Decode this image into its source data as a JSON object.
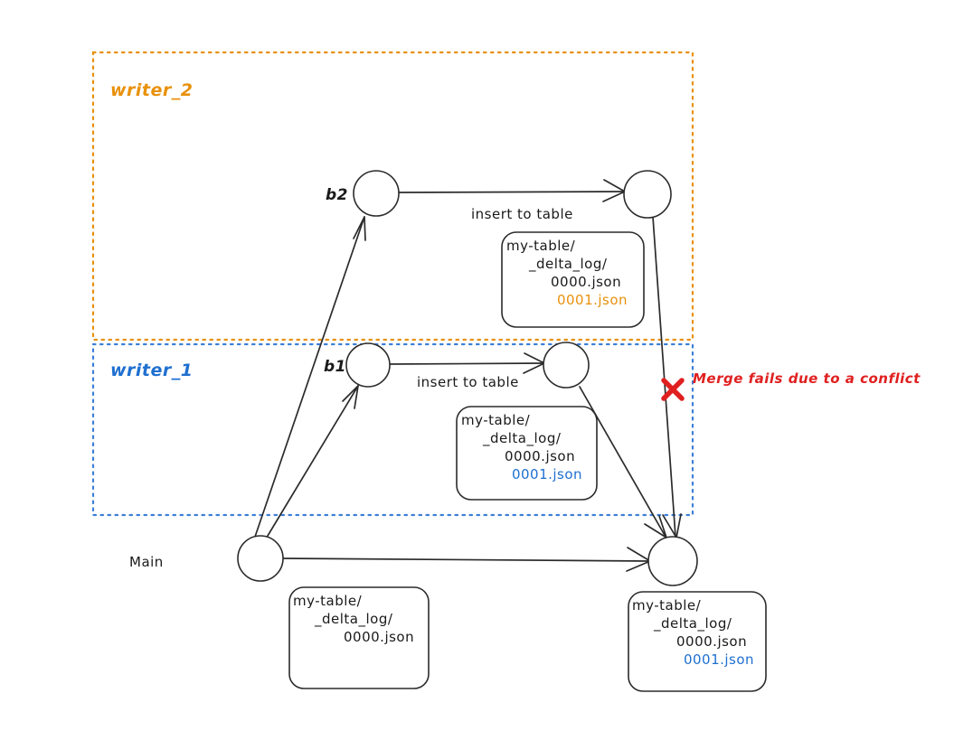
{
  "diagram": {
    "title_regions": [
      {
        "id": "writer_2",
        "label": "writer_2",
        "color": "#E8910C"
      },
      {
        "id": "writer_1",
        "label": "writer_1",
        "color": "#3d7fd6"
      }
    ],
    "branch_labels": {
      "main": "Main",
      "b1": "b1",
      "b2": "b2"
    },
    "edge_labels": {
      "insert_top": "insert to table",
      "insert_bottom": "insert to table"
    },
    "conflict": {
      "message": "Merge fails due to a conflict",
      "icon": "x-mark",
      "color": "#e02020"
    },
    "file_boxes": [
      {
        "id": "writer2-files",
        "lines": [
          {
            "text": "my-table/",
            "color": "#1a1a1a"
          },
          {
            "text": "_delta_log/",
            "color": "#1a1a1a"
          },
          {
            "text": "0000.json",
            "color": "#1a1a1a"
          },
          {
            "text": "0001.json",
            "color": "#E8910C"
          }
        ]
      },
      {
        "id": "writer1-files",
        "lines": [
          {
            "text": "my-table/",
            "color": "#1a1a1a"
          },
          {
            "text": "_delta_log/",
            "color": "#1a1a1a"
          },
          {
            "text": "0000.json",
            "color": "#1a1a1a"
          },
          {
            "text": "0001.json",
            "color": "#1f6fd0"
          }
        ]
      },
      {
        "id": "main-files",
        "lines": [
          {
            "text": "my-table/",
            "color": "#1a1a1a"
          },
          {
            "text": "_delta_log/",
            "color": "#1a1a1a"
          },
          {
            "text": "0000.json",
            "color": "#1a1a1a"
          }
        ]
      },
      {
        "id": "merge-files",
        "lines": [
          {
            "text": "my-table/",
            "color": "#1a1a1a"
          },
          {
            "text": "_delta_log/",
            "color": "#1a1a1a"
          },
          {
            "text": "0000.json",
            "color": "#1a1a1a"
          },
          {
            "text": "0001.json",
            "color": "#1f6fd0"
          }
        ]
      }
    ]
  }
}
